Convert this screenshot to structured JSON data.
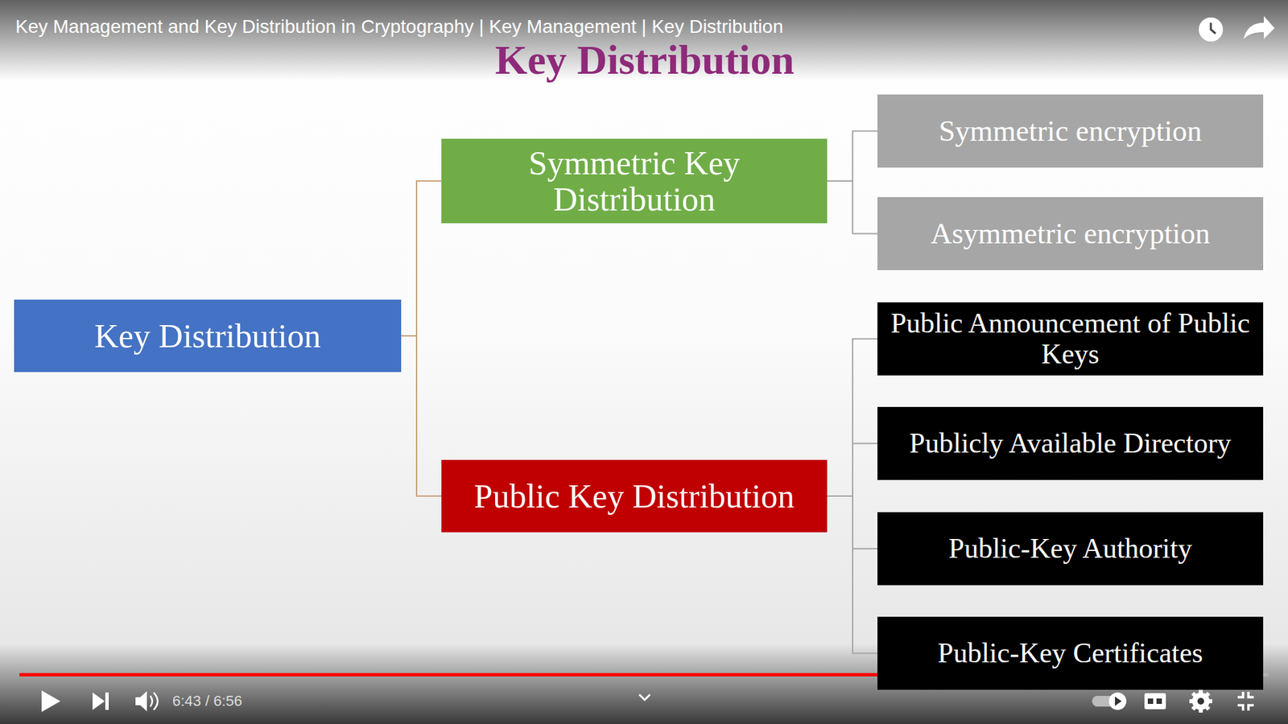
{
  "diagram": {
    "title": "Key Distribution",
    "nodes": [
      {
        "text": [
          "Key Distribution"
        ]
      },
      {
        "text": [
          "Symmetric Key Distribution"
        ]
      },
      {
        "text": [
          "Symmetric encryption"
        ]
      },
      {
        "text": [
          "Asymmetric encryption"
        ]
      },
      {
        "text": [
          "Public Key Distribution"
        ]
      },
      {
        "text": [
          "Public Announcement of Public Keys"
        ]
      },
      {
        "text": [
          "Publicly Available Directory"
        ]
      },
      {
        "text": [
          "Public-Key Authority"
        ]
      },
      {
        "text": [
          "Public-Key Certificates"
        ]
      }
    ],
    "edges": [
      {
        "from": 0,
        "to": 1,
        "arrow": "none"
      },
      {
        "from": 0,
        "to": 4,
        "arrow": "none"
      },
      {
        "from": 1,
        "to": 2,
        "arrow": "none"
      },
      {
        "from": 1,
        "to": 3,
        "arrow": "none"
      },
      {
        "from": 4,
        "to": 5,
        "arrow": "none"
      },
      {
        "from": 4,
        "to": 6,
        "arrow": "none"
      },
      {
        "from": 4,
        "to": 7,
        "arrow": "none"
      },
      {
        "from": 4,
        "to": 8,
        "arrow": "none"
      }
    ],
    "labels": [
      "Key Management and Key Distribution in Cryptography | Key Management | Key Distribution",
      "6:43 / 6:56"
    ]
  }
}
